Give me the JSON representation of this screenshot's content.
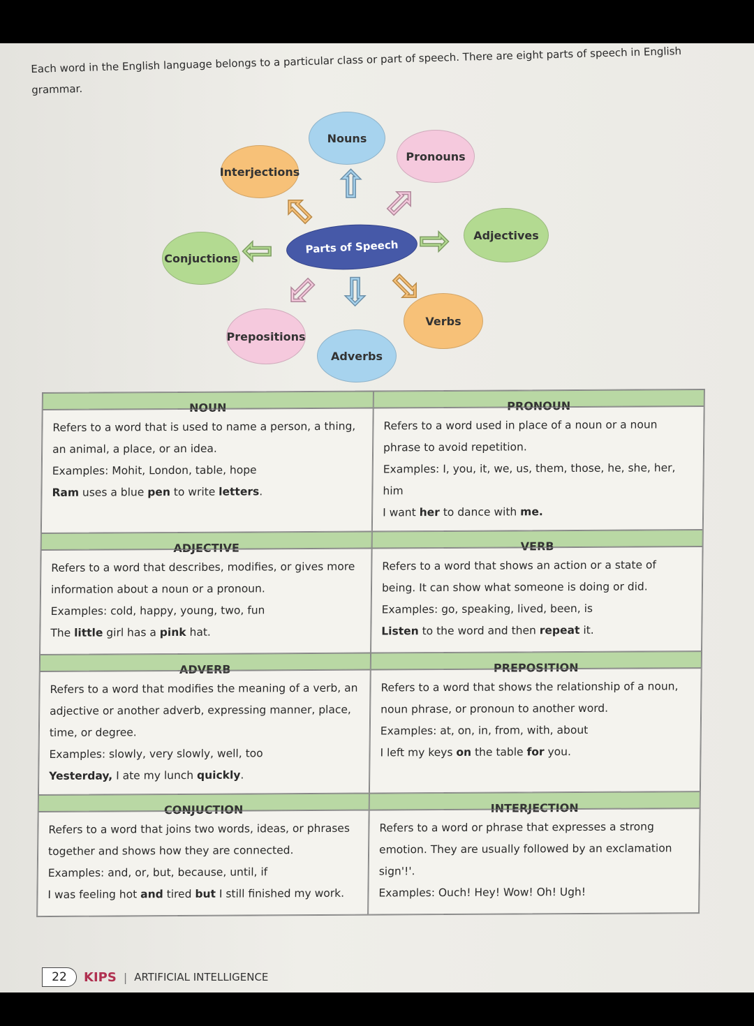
{
  "intro": "Each word in the English language belongs to a particular class or part of speech. There are eight parts of speech in English grammar.",
  "diagram": {
    "center": "Parts of Speech",
    "nouns": "Nouns",
    "pronouns": "Pronouns",
    "interjections": "Interjections",
    "adjectives": "Adjectives",
    "conjuctions": "Conjuctions",
    "verbs": "Verbs",
    "prepositions": "Prepositions",
    "adverbs": "Adverbs"
  },
  "table": {
    "noun": {
      "header": "NOUN",
      "def": "Refers to a word that is used to name a person, a thing, an animal, a place, or an idea.",
      "examples": "Examples: Mohit, London, table, hope",
      "s1": "Ram",
      "s2": " uses a blue ",
      "s3": "pen",
      "s4": " to write ",
      "s5": "letters",
      "s6": "."
    },
    "pronoun": {
      "header": "PRONOUN",
      "def": "Refers to a word used in place of a noun or a noun phrase to avoid repetition.",
      "examples": "Examples: I, you, it, we, us, them, those, he, she, her, him",
      "s1": "I want ",
      "s2": "her",
      "s3": " to dance with ",
      "s4": "me."
    },
    "adjective": {
      "header": "ADJECTIVE",
      "def": "Refers to a word that describes, modifies, or gives more information about a noun or a pronoun.",
      "examples": "Examples: cold, happy, young, two, fun",
      "s1": "The ",
      "s2": "little",
      "s3": " girl has a ",
      "s4": "pink",
      "s5": " hat."
    },
    "verb": {
      "header": "VERB",
      "def": "Refers to a word that shows an action or a state of being. It can show what someone is doing or did.",
      "examples": "Examples: go, speaking, lived, been, is",
      "s1": "Listen",
      "s2": " to the word and then ",
      "s3": "repeat",
      "s4": " it."
    },
    "adverb": {
      "header": "ADVERB",
      "def": "Refers to a word that modifies the meaning of a verb, an adjective or another adverb, expressing manner, place, time, or degree.",
      "examples": "Examples: slowly, very slowly, well, too",
      "s1": "Yesterday,",
      "s2": " I ate my lunch ",
      "s3": "quickly",
      "s4": "."
    },
    "preposition": {
      "header": "PREPOSITION",
      "def": "Refers to a word that shows the relationship of a noun, noun phrase, or pronoun to another word.",
      "examples": "Examples: at, on, in, from, with, about",
      "s1": "I left my keys ",
      "s2": "on",
      "s3": " the table ",
      "s4": "for",
      "s5": " you."
    },
    "conjuction": {
      "header": "CONJUCTION",
      "def": "Refers to a word that joins two words, ideas, or phrases together and shows how they are connected.",
      "examples": "Examples: and, or, but, because, until, if",
      "s1": "I was feeling hot ",
      "s2": "and",
      "s3": " tired ",
      "s4": "but",
      "s5": " I still finished my work."
    },
    "interjection": {
      "header": "INTERJECTION",
      "def": "Refers to a word or phrase that expresses a strong emotion. They are usually followed by an exclamation sign'!'.",
      "examples": "Examples: Ouch! Hey! Wow! Oh! Ugh!"
    }
  },
  "footer": {
    "page": "22",
    "brand": "KIPS",
    "separator": "|",
    "subject": "ARTIFICIAL INTELLIGENCE"
  }
}
